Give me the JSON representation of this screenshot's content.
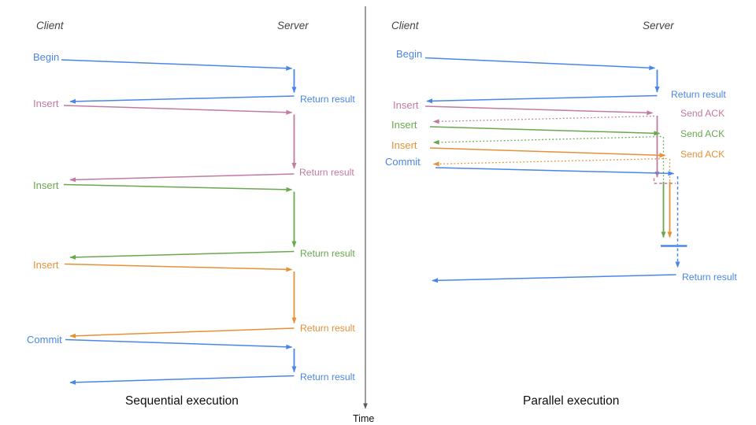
{
  "palette": {
    "blue": "#4a86e8",
    "pink": "#c27ba0",
    "green": "#6aa84f",
    "orange": "#e69138",
    "axis": "#595959"
  },
  "time_axis": {
    "label": "Time"
  },
  "sequential": {
    "caption": "Sequential execution",
    "client_label": "Client",
    "server_label": "Server",
    "messages": [
      {
        "label": "Begin",
        "color": "blue",
        "return_label": "Return result"
      },
      {
        "label": "Insert",
        "color": "pink",
        "return_label": "Return result"
      },
      {
        "label": "Insert",
        "color": "green",
        "return_label": "Return result"
      },
      {
        "label": "Insert",
        "color": "orange",
        "return_label": "Return result"
      },
      {
        "label": "Commit",
        "color": "blue",
        "return_label": "Return result"
      }
    ]
  },
  "parallel": {
    "caption": "Parallel execution",
    "client_label": "Client",
    "server_label": "Server",
    "messages": [
      {
        "label": "Begin",
        "color": "blue",
        "response": "Return result"
      },
      {
        "label": "Insert",
        "color": "pink",
        "response": "Send ACK"
      },
      {
        "label": "Insert",
        "color": "green",
        "response": "Send ACK"
      },
      {
        "label": "Insert",
        "color": "orange",
        "response": "Send ACK"
      },
      {
        "label": "Commit",
        "color": "blue"
      }
    ],
    "final_return_label": "Return result"
  }
}
